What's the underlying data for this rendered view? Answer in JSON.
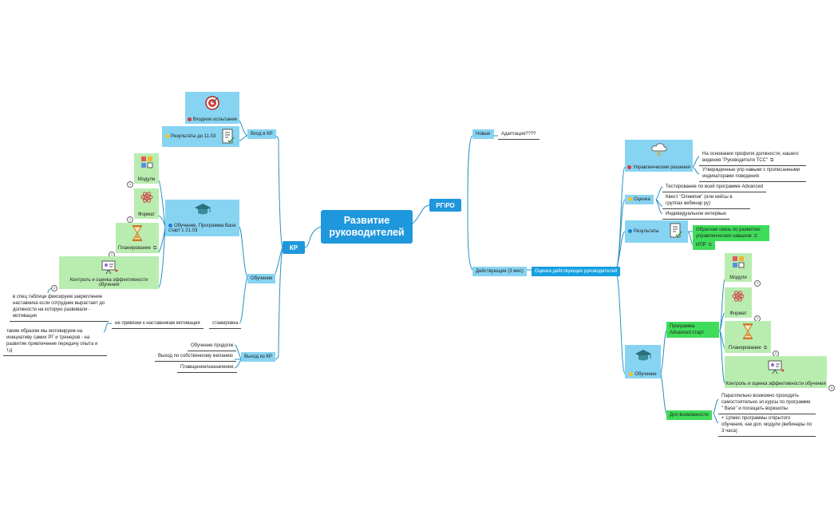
{
  "root": "Развитие руководителей",
  "kr": {
    "label": "КР",
    "entry": "Вход в КР",
    "entry_test": "Входное испытание",
    "entry_results": "Результаты  до 11.03",
    "training": "Обучение",
    "training_program": "Обучение. Программа Base старт с 21.03",
    "modules": "Модули",
    "format": "Формат",
    "planning": "Планирование",
    "control": "Контроль и оценка эффективности обучения",
    "table_note": "в спец таблице фиксируем закрепление наставника если сотрудник вырастает до должности на которую развивали - мотивация",
    "internship": "стажировка",
    "internship_note": "не привязки к наставникам мотивация",
    "motivation_note": "таким образом мы мотивируем на инициативу самих РГ и тренеров - на развитие привлечение передачу опыта и т.д",
    "exit": "Выход из КР",
    "exit_items": [
      "Обучение продолж",
      "Выход по собственному желанию",
      "Плавщение/назначение"
    ]
  },
  "rgro": {
    "label": "РГ\\РО",
    "new": "Новые",
    "adaptation": "Адаптация????",
    "acting": "Действующие (3 мес)",
    "acting_eval": "Оценка действующих руководителей",
    "decisions": "Управленческие решения",
    "decisions_notes": [
      "На основании профиля должности, нашего видения \"Руководителя ТСС\"",
      "Утвержденные упр навыки с прописанными индикаторами поведения"
    ],
    "evaluation": "Оценка",
    "evaluation_notes": [
      "Тестирование по всей программе Advanced",
      "Квест \"Олимпик\" (или кейсы в группах вебинар ру)",
      "Индивидуальное интервью"
    ],
    "results": "Результаты",
    "feedback": "Обратная связь по развитию управленческих навыков",
    "ipr": "ИПР",
    "training": "Обучение",
    "advanced": "Программа Advanced старт",
    "modules": "Модули",
    "format": "Формат",
    "planning": "Планирование",
    "control": "Контроль и оценка эффективности обучения",
    "extra": "Доп возможности",
    "extra_notes": [
      "Параллельно возможно проходить самостоятельно эл.курсы по программе \" Base\" и посещать воркшопы",
      "+ 1р\\мес программы открытого обучения, как доп. модули (вебинары по 3 часа)"
    ]
  },
  "colors": {
    "root": "#1f97dd",
    "blue_topic": "#87d4f2",
    "green_topic": "#b9edb0",
    "lines": "#2a8fc2"
  }
}
